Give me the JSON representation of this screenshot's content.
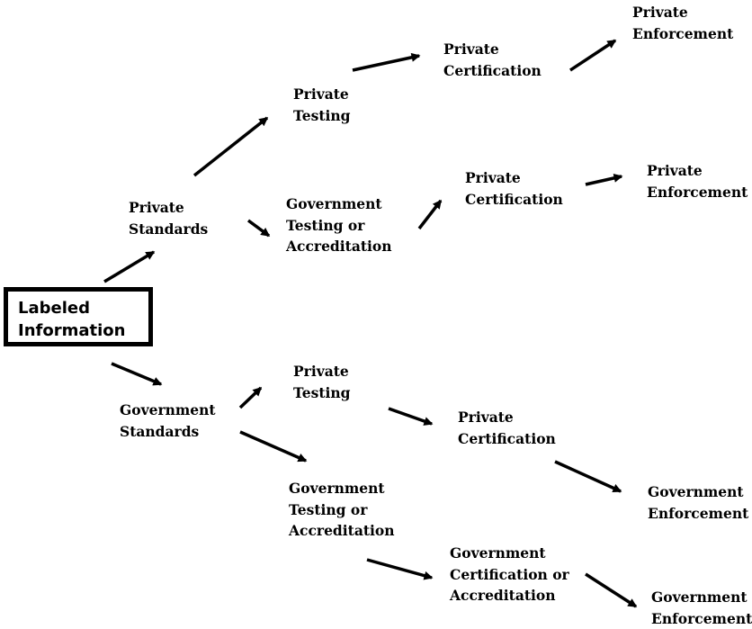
{
  "colors": {
    "ink": "#000000",
    "background": "#ffffff"
  },
  "diagram": {
    "root": {
      "line1": "Labeled",
      "line2": "Information"
    },
    "nodes": {
      "private_standards": {
        "line1": "Private",
        "line2": "Standards"
      },
      "government_standards": {
        "line1": "Government",
        "line2": "Standards"
      },
      "ps_private_testing": {
        "line1": "Private",
        "line2": "Testing"
      },
      "ps_gov_testing": {
        "line1": "Government",
        "line2": "Testing or",
        "line3": "Accreditation"
      },
      "ps_pt_private_cert": {
        "line1": "Private",
        "line2": "Certification"
      },
      "ps_gt_private_cert": {
        "line1": "Private",
        "line2": "Certification"
      },
      "ps_pt_pc_private_enf": {
        "line1": "Private",
        "line2": "Enforcement"
      },
      "ps_gt_pc_private_enf": {
        "line1": "Private",
        "line2": "Enforcement"
      },
      "gs_private_testing": {
        "line1": "Private",
        "line2": "Testing"
      },
      "gs_gov_testing": {
        "line1": "Government",
        "line2": "Testing or",
        "line3": "Accreditation"
      },
      "gs_pt_private_cert": {
        "line1": "Private",
        "line2": "Certification"
      },
      "gs_gt_gov_cert": {
        "line1": "Government",
        "line2": "Certification or",
        "line3": "Accreditation"
      },
      "gs_pt_pc_gov_enf": {
        "line1": "Government",
        "line2": "Enforcement"
      },
      "gs_gt_gc_gov_enf": {
        "line1": "Government",
        "line2": "Enforcement"
      }
    }
  }
}
